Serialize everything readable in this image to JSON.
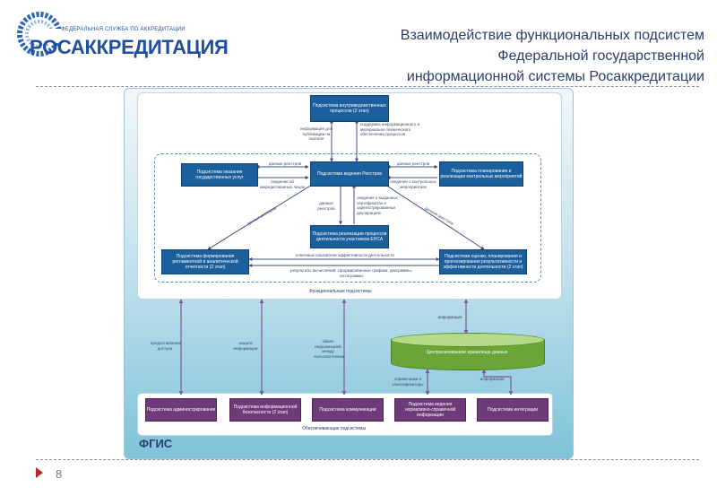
{
  "header": {
    "logo_small": "ФЕДЕРАЛЬНАЯ СЛУЖБА ПО АККРЕДИТАЦИИ",
    "logo_big": "РОСАККРЕДИТАЦИЯ",
    "title_line1": "Взаимодействие функциональных подсистем",
    "title_line2": "Федеральной государственной",
    "title_line3": "информационной системы Росаккредитации"
  },
  "footer": {
    "page_number": "8"
  },
  "colors": {
    "accent": "#1e4fa0",
    "box_blue": "#1b5f9c",
    "box_purple": "#6e3a7a",
    "storage_green": "#6aa637"
  },
  "diagram": {
    "fgis_label": "ФГИС",
    "functional_label": "Функциональные подсистемы",
    "supporting_label": "Обеспечивающие подсистемы",
    "boxes": {
      "internal": "Подсистема внутриведомственных процессов (2 этап)",
      "gov_services": "Подсистема оказания государственных услуг",
      "registry": "Подсистема ведения Реестров",
      "planning": "Подсистема планирования и реализации контрольных мероприятий",
      "ensa": "Подсистема реализации процессов деятельности участников ЕНСА",
      "regulations": "Подсистема формирования регламентной и аналитической отчетности (2 этап)",
      "evaluation": "Подсистема оценки, планирования и прогнозирования результативности и эффективности деятельности (2 этап)",
      "storage": "Централизованное хранилище данных",
      "admin": "Подсистема администрирования",
      "security": "Подсистема информационной безопасности (2 этап)",
      "comm": "Подсистема коммуникации",
      "nsi": "Подсистема ведения нормативно-справочной информации",
      "integration": "Подсистема интеграции"
    },
    "labels": {
      "info_publish": "информация для публикации на портале",
      "support": "поддержка информационного и материально-технического обеспечения процессов",
      "registry_data_left": "данные реестров",
      "registry_data_right": "данные реестров",
      "accredited": "сведения об аккредитованных лицах",
      "control": "сведения о контрольных мероприятиях",
      "registry_data_center": "данные реестров",
      "certificates": "сведения о выданных сертификатах и зарегистрированных декларациях",
      "registry_data_diag_left": "данные реестров",
      "registry_data_diag_right": "данные реестров",
      "kpi": "ключевые показатели эффективности деятельности",
      "results": "результаты вычислений; сформированные графики, диаграммы, гистограммы",
      "information": "информация",
      "access": "предоставление доступа",
      "protection": "защита информации",
      "exchange": "обмен информацией между пользователями",
      "directories": "справочники и классификаторы",
      "information2": "информация"
    }
  }
}
